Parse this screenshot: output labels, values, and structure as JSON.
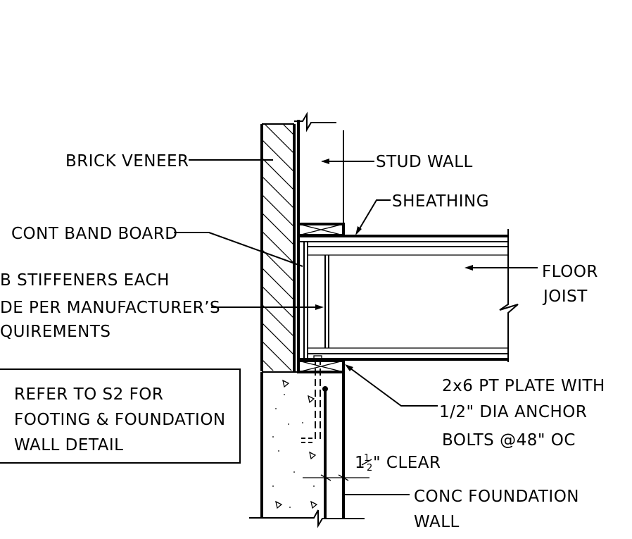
{
  "labels": {
    "brick_veneer": "BRICK VENEER",
    "stud_wall": "STUD WALL",
    "sheathing": "SHEATHING",
    "band_board": "CONT BAND BOARD",
    "web_stiffeners": [
      "B STIFFENERS EACH",
      "DE PER MANUFACTURER’S",
      "QUIREMENTS"
    ],
    "floor_joist": [
      "FLOOR",
      "JOIST"
    ],
    "plate": [
      "2x6 PT PLATE WITH",
      "1/2\" DIA ANCHOR",
      "BOLTS @48\" OC"
    ],
    "clear_whole": "1",
    "clear_frac_num": "1",
    "clear_frac_den": "2",
    "clear_suffix": "\" CLEAR",
    "foundation": [
      "CONC FOUNDATION",
      "WALL"
    ],
    "note": [
      "REFER TO S2 FOR",
      "FOOTING & FOUNDATION",
      "WALL DETAIL"
    ]
  }
}
